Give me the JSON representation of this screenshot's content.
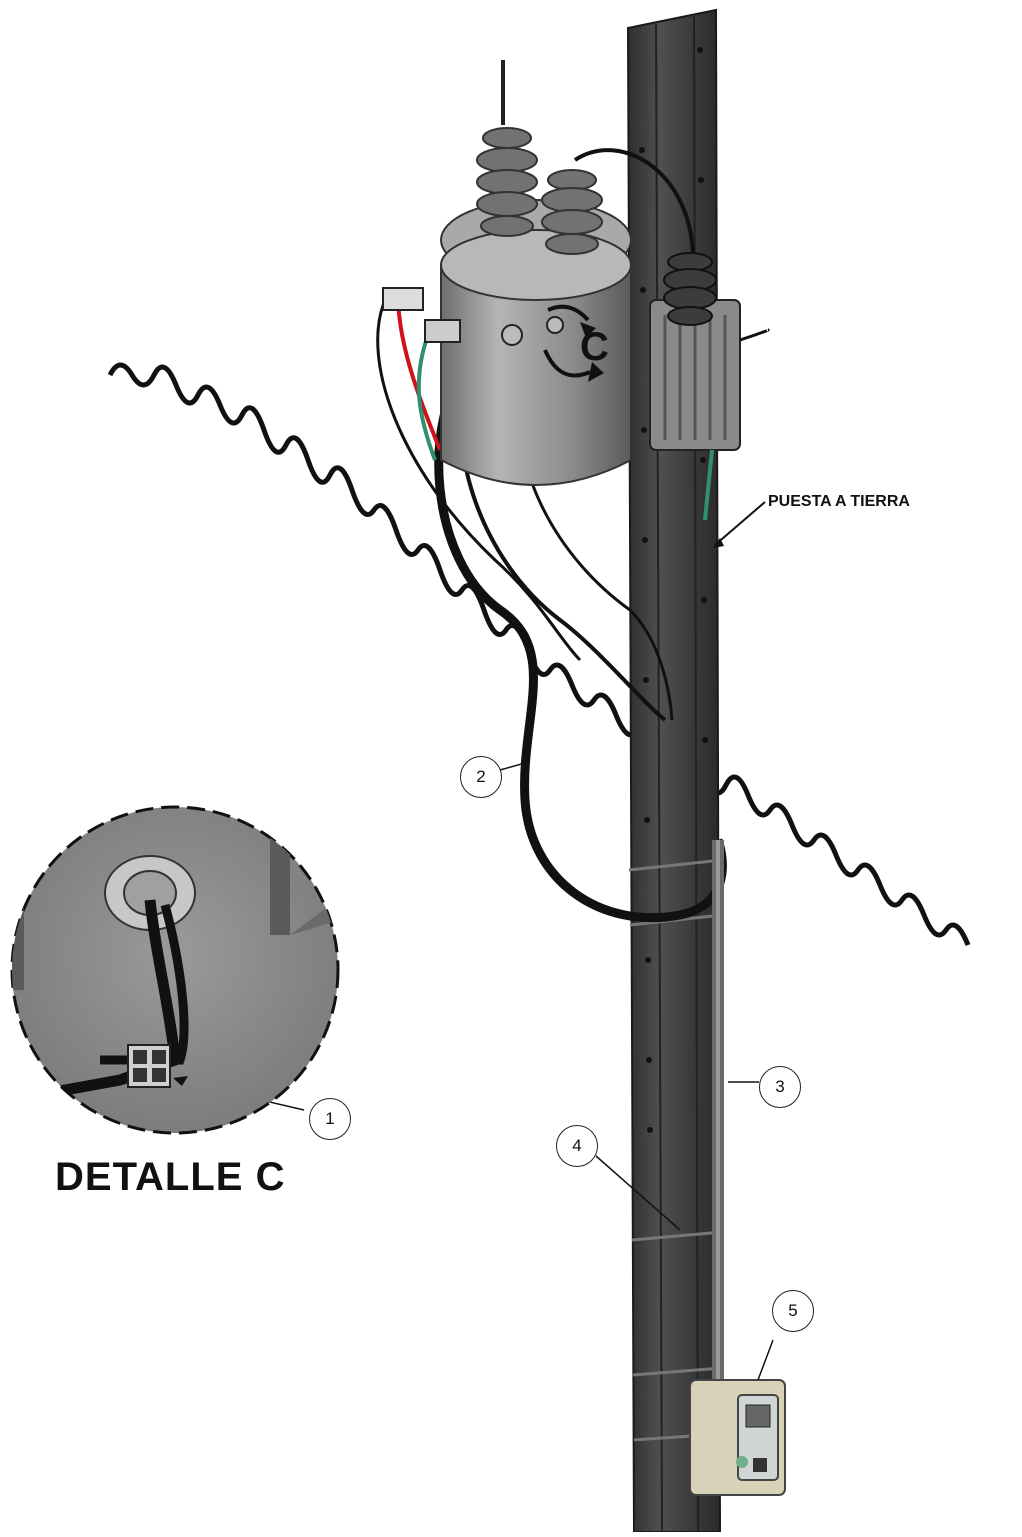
{
  "labels": {
    "detail_title": "DETALLE  C",
    "ground": "PUESTA A TIERRA",
    "view_letter": "C"
  },
  "callouts": [
    "1",
    "2",
    "3",
    "4",
    "5"
  ],
  "colors": {
    "pole": "#3c3c3c",
    "pole_light": "#555555",
    "tank": "#8f8f8f",
    "insulator": "#6f6f6f",
    "cable": "#111111",
    "red_wire": "#d0121b",
    "green_wire": "#2f8f6f",
    "meter_box": "#d8d2b8"
  }
}
